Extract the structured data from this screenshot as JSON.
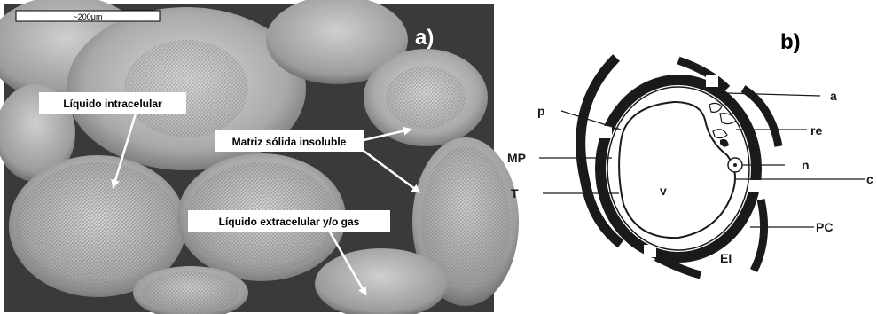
{
  "panel_a": {
    "panel_label": "a)",
    "scale_bar_text": "~200μm",
    "callouts": [
      "Líquido intracelular",
      "Matriz sólida insoluble",
      "Líquido extracelular y/o gas"
    ]
  },
  "panel_b": {
    "panel_label": "b)",
    "labels": {
      "p": "p",
      "MP": "MP",
      "T": "T",
      "v": "v",
      "a": "a",
      "re": "re",
      "n": "n",
      "c": "c",
      "PC": "PC",
      "EI": "EI"
    }
  },
  "colors": {
    "sem_background": "#3a3a3a",
    "cell_light": "#c8c8c8",
    "wall": "#1a1a1a",
    "callout_box": "#ffffff",
    "arrow": "#ffffff"
  }
}
